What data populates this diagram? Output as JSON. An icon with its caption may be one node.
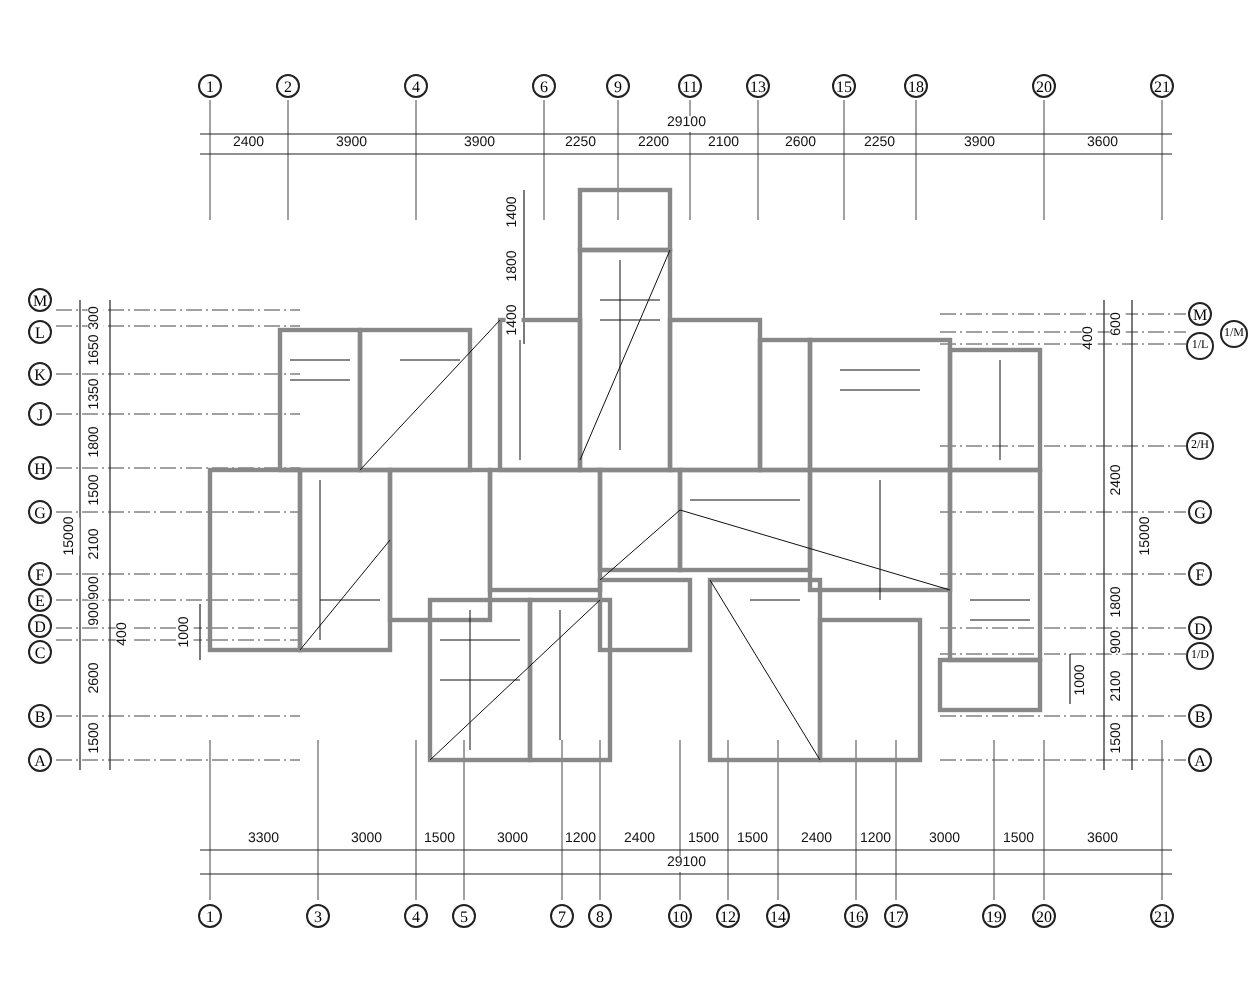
{
  "diagram": {
    "labels": [
      "1",
      "2",
      "4",
      "6",
      "9",
      "11",
      "13",
      "15",
      "18",
      "20",
      "21",
      "29100",
      "2400",
      "3900",
      "3900",
      "2250",
      "2200",
      "2100",
      "2600",
      "2250",
      "3900",
      "3600",
      "1400",
      "1800",
      "1400",
      "M",
      "L",
      "K",
      "J",
      "H",
      "G",
      "F",
      "E",
      "D",
      "C",
      "B",
      "A",
      "300",
      "1650",
      "1350",
      "1800",
      "1500",
      "2100",
      "900",
      "900",
      "400",
      "2600",
      "1500",
      "15000",
      "1000",
      "M",
      "1/M",
      "1/L",
      "2/H",
      "G",
      "F",
      "D",
      "1/D",
      "B",
      "A",
      "600",
      "400",
      "2400",
      "1800",
      "900",
      "2100",
      "1500",
      "15000",
      "1000",
      "3300",
      "3000",
      "1500",
      "3000",
      "1200",
      "2400",
      "1500",
      "1500",
      "2400",
      "1200",
      "3000",
      "1500",
      "3600",
      "29100",
      "1",
      "3",
      "4",
      "5",
      "7",
      "8",
      "10",
      "12",
      "14",
      "16",
      "17",
      "19",
      "20",
      "21"
    ]
  }
}
